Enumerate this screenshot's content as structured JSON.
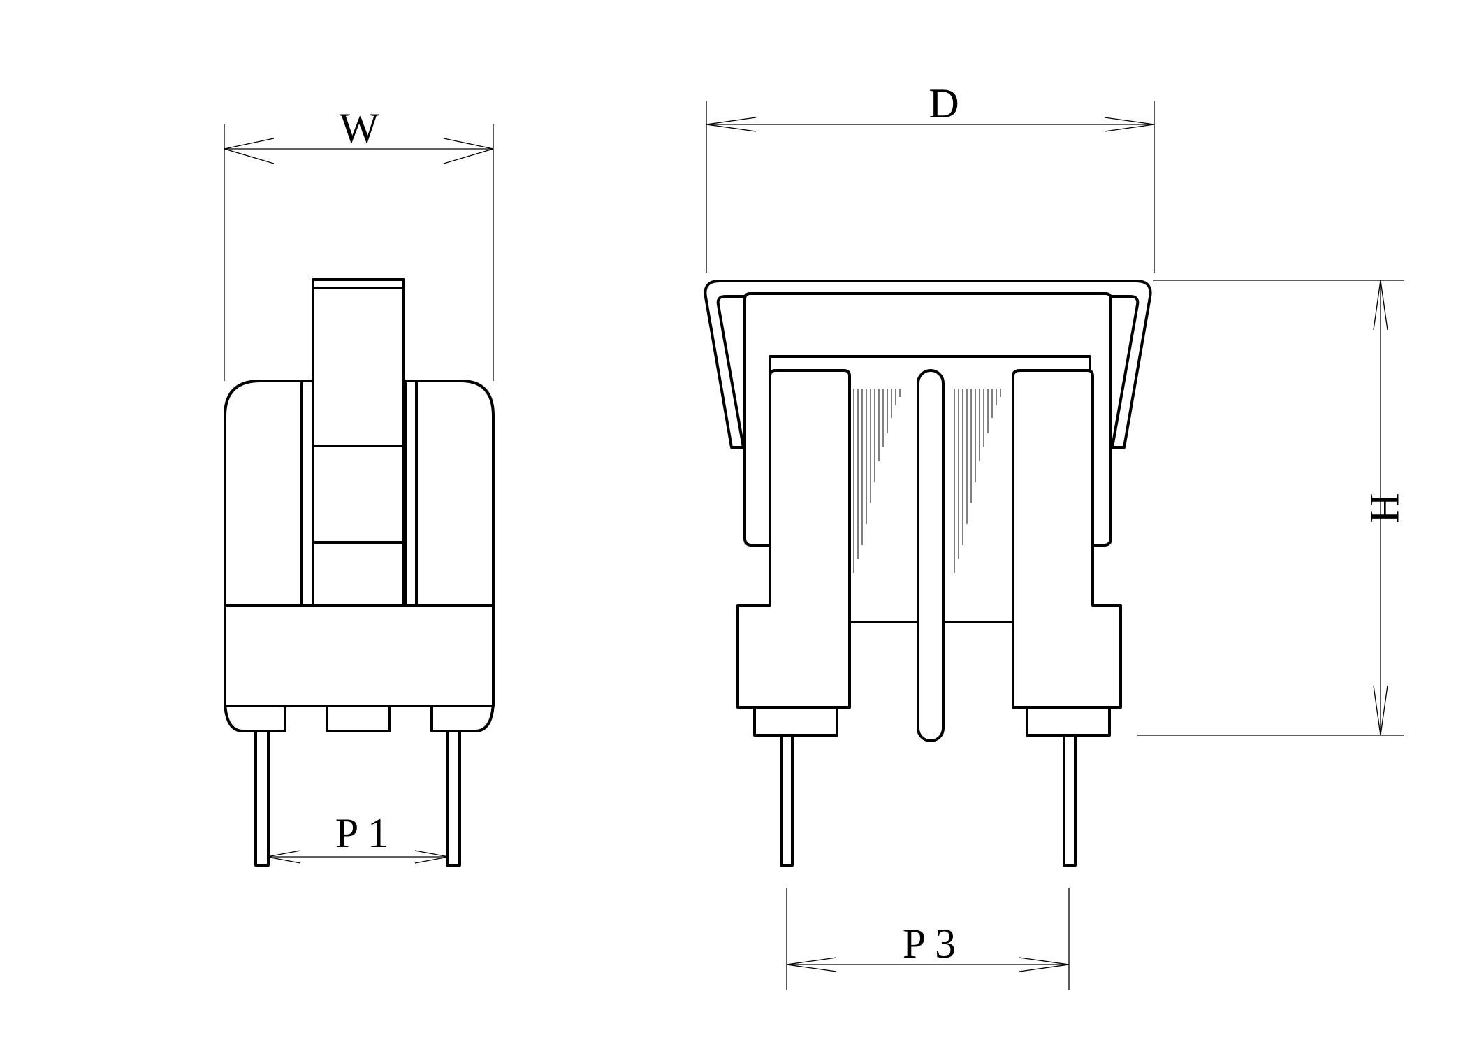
{
  "dimensions": {
    "width_label": "W",
    "depth_label": "D",
    "height_label": "H",
    "pitch1_label": "P 1",
    "pitch3_label": "P 3"
  },
  "views": [
    "front-view",
    "side-view"
  ],
  "colors": {
    "line": "#000000",
    "background": "#ffffff"
  }
}
